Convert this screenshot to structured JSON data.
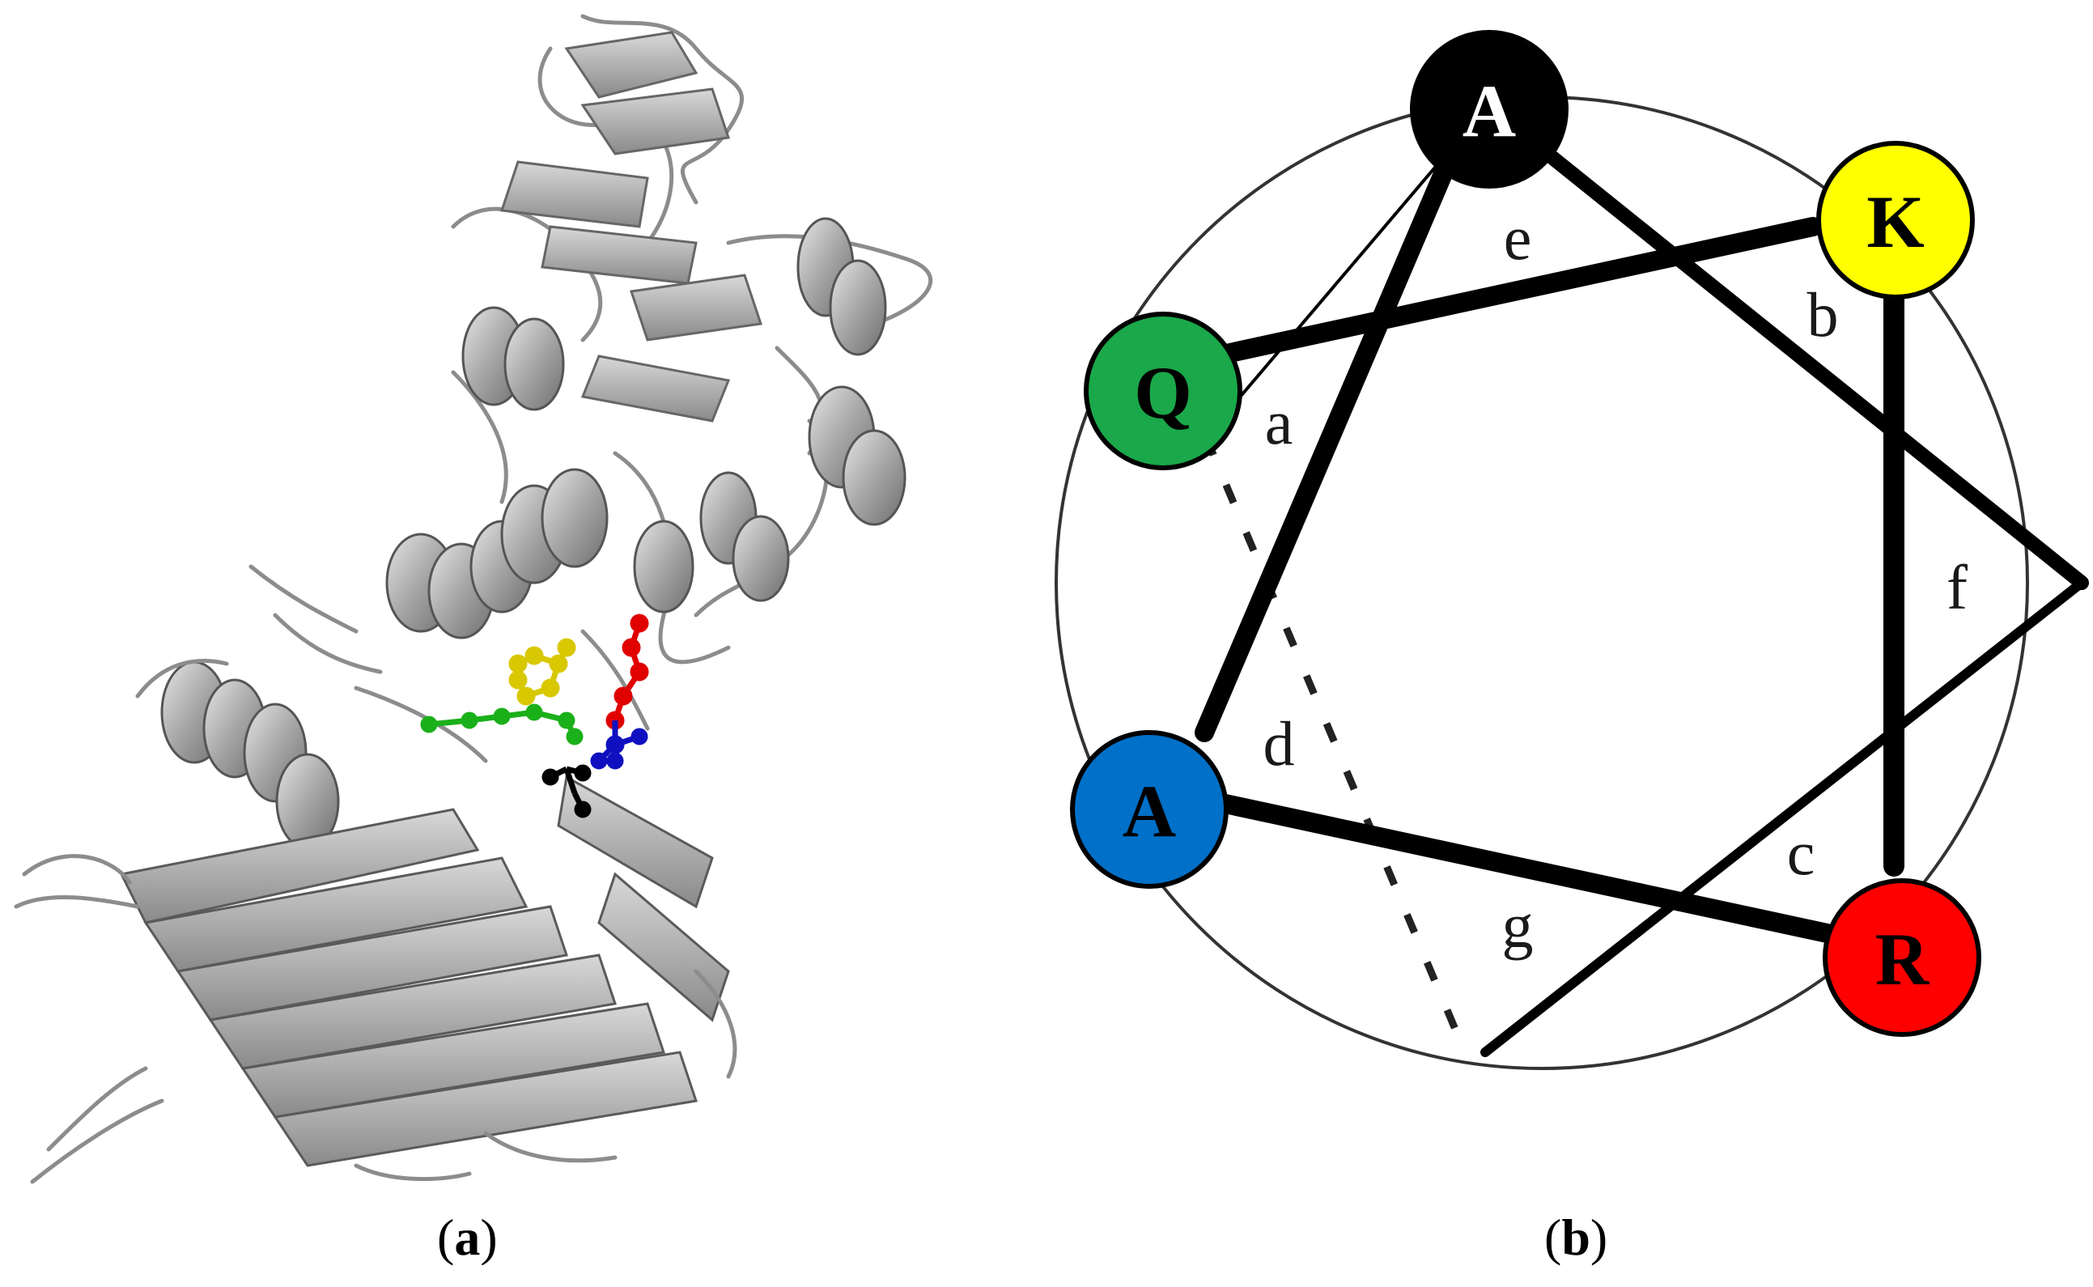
{
  "panels": [
    {
      "id": "a",
      "caption_letter": "a",
      "image": "protein-ribbon-structure"
    },
    {
      "id": "b",
      "caption_letter": "b",
      "image": "helical-wheel",
      "residues": [
        {
          "letter": "A",
          "position": "e",
          "color": "#000000",
          "text_color": "#ffffff"
        },
        {
          "letter": "K",
          "position": "b",
          "color": "#ffff00",
          "text_color": "#000000"
        },
        {
          "letter": "Q",
          "position": "a",
          "color": "#1aa84a",
          "text_color": "#000000"
        },
        {
          "letter": "A",
          "position": "d",
          "color": "#0070c8",
          "text_color": "#000000"
        },
        {
          "letter": "R",
          "position": "c",
          "color": "#ff0000",
          "text_color": "#000000"
        }
      ],
      "positions": [
        "a",
        "b",
        "c",
        "d",
        "e",
        "f",
        "g"
      ]
    }
  ],
  "ligand_colors": {
    "red": "#e00000",
    "blue": "#1010c0",
    "yellow": "#d8c800",
    "green": "#1ab01a",
    "black": "#000000"
  },
  "ribbon_color": "#a8a8a8"
}
